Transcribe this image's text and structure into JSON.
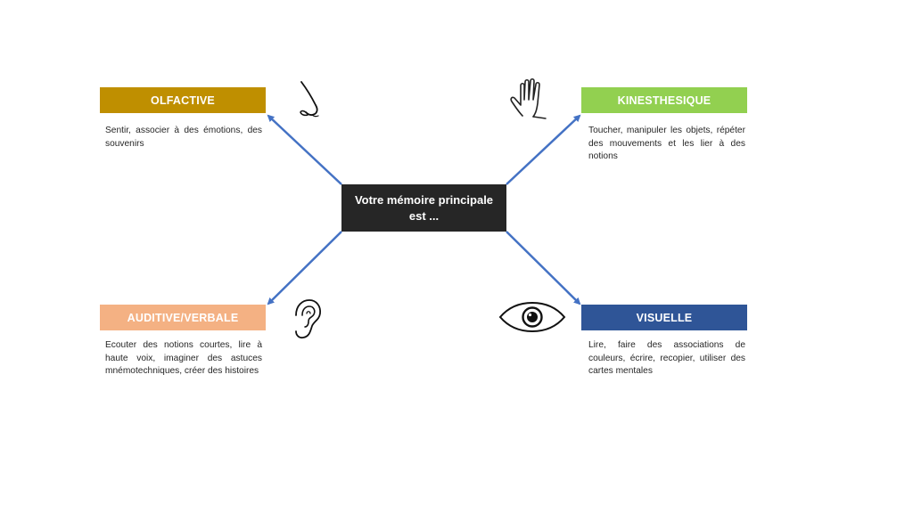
{
  "center": {
    "label": "Votre mémoire principale est ..."
  },
  "categories": {
    "olfactive": {
      "title": "OLFACTIVE",
      "description": "Sentir, associer à des émotions, des souvenirs",
      "color": "#BF8F00",
      "icon": "nose-icon"
    },
    "kinesthesique": {
      "title": "KINESTHESIQUE",
      "description": "Toucher, manipuler les objets, répéter des mouvements et les lier à des notions",
      "color": "#92D050",
      "icon": "hand-icon"
    },
    "auditive": {
      "title": "AUDITIVE/VERBALE",
      "description": "Ecouter des notions courtes, lire à haute voix, imaginer des astuces mnémotechniques, créer des histoires",
      "color": "#F4B183",
      "icon": "ear-icon"
    },
    "visuelle": {
      "title": "VISUELLE",
      "description": "Lire, faire des associations de couleurs, écrire, recopier, utiliser des cartes mentales",
      "color": "#2F5597",
      "icon": "eye-icon"
    }
  },
  "arrow_color": "#4472C4"
}
